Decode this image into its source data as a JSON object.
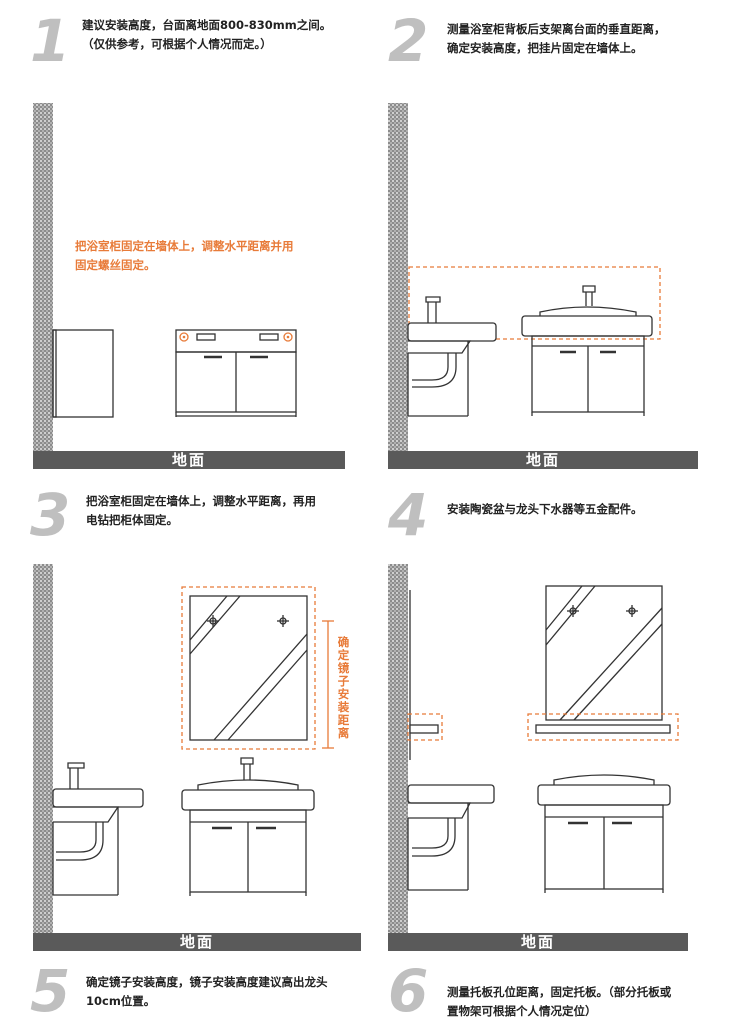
{
  "steps": [
    {
      "number": "1",
      "lines": [
        "建议安装高度，台面离地面800-830mm之间。",
        "（仅供参考，可根据个人情况而定。）"
      ]
    },
    {
      "number": "2",
      "lines": [
        "测量浴室柜背板后支架离台面的垂直距离，",
        "确定安装高度，把挂片固定在墙体上。"
      ]
    },
    {
      "number": "3",
      "lines": [
        "把浴室柜固定在墙体上，调整水平距离，再用",
        "电钻把柜体固定。"
      ]
    },
    {
      "number": "4",
      "lines": [
        "安装陶瓷盆与龙头下水器等五金配件。"
      ]
    },
    {
      "number": "5",
      "lines": [
        "确定镜子安装高度，镜子安装高度建议高出龙头",
        "10cm位置。"
      ]
    },
    {
      "number": "6",
      "lines": [
        "测量托板孔位距离，固定托板。（部分托板或",
        "置物架可根据个人情况定位）"
      ]
    }
  ],
  "annotations": {
    "fix_cabinet": [
      "把浴室柜固定在墙体上，调整水平距离并用",
      "固定螺丝固定。"
    ],
    "mirror_height": "确定镜子安装距离"
  },
  "ground_label": "地面",
  "colors": {
    "accent": "#e87b39",
    "ground": "#5a5a5a",
    "number": "#bfbfbf",
    "line": "#333333"
  }
}
